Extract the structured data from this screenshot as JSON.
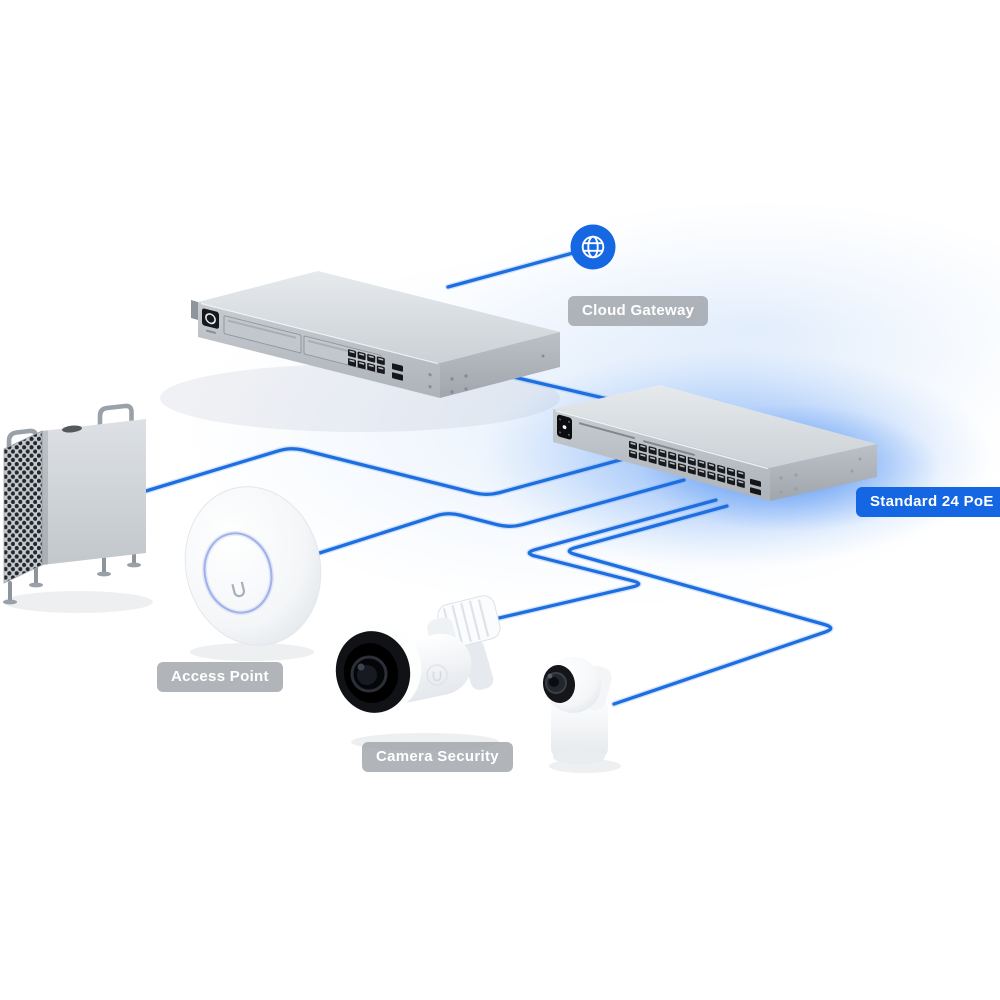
{
  "diagram": {
    "description": "UniFi style network topology diagram",
    "labels": {
      "cloud_gateway": "Cloud Gateway",
      "poe_switch": "Standard 24 PoE",
      "access_point": "Access Point",
      "camera_security": "Camera Security"
    },
    "devices": [
      {
        "name": "internet-globe",
        "icon": "globe-icon"
      },
      {
        "name": "cloud-gateway",
        "label": "Cloud Gateway",
        "ethernet_ports": 8,
        "sfp_ports": 2
      },
      {
        "name": "poe-switch",
        "label": "Standard 24 PoE",
        "ethernet_ports": 24,
        "sfp_ports": 2
      },
      {
        "name": "desktop-computer"
      },
      {
        "name": "access-point",
        "label": "Access Point"
      },
      {
        "name": "bullet-camera",
        "label": "Camera Security"
      },
      {
        "name": "flex-camera"
      }
    ],
    "colors": {
      "accent_blue": "#1566e3",
      "cable_blue": "#1d6fe0",
      "label_gray": "rgba(158,162,168,0.8)",
      "glow_blue": "#5a96f0",
      "globe_blue": "#1567e2"
    }
  }
}
